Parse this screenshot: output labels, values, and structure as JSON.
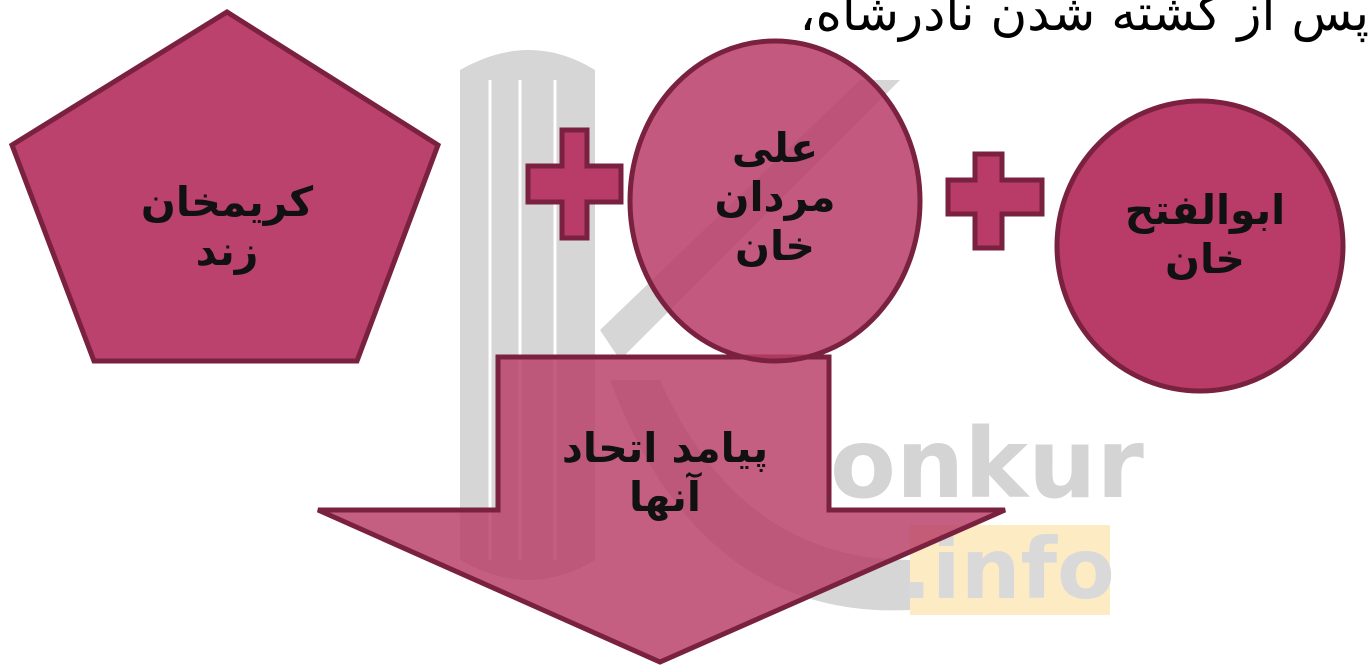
{
  "title": "پس از کشته شدن نادرشاه،",
  "shapes": {
    "pentagon_label": "کریمخان\nزند",
    "circle_middle_label": "علی\nمردان\nخان",
    "circle_right_label": "ابوالفتح\nخان",
    "arrow_label": "پیامد اتحاد\nآنها"
  },
  "watermark": {
    "word1": "onkur",
    "word2": ".info"
  },
  "colors": {
    "shape_fill": "#b83c67",
    "shape_stroke": "#7a2140",
    "watermark_gray": "#d6d6d6",
    "watermark_orange": "#fdebc3"
  }
}
